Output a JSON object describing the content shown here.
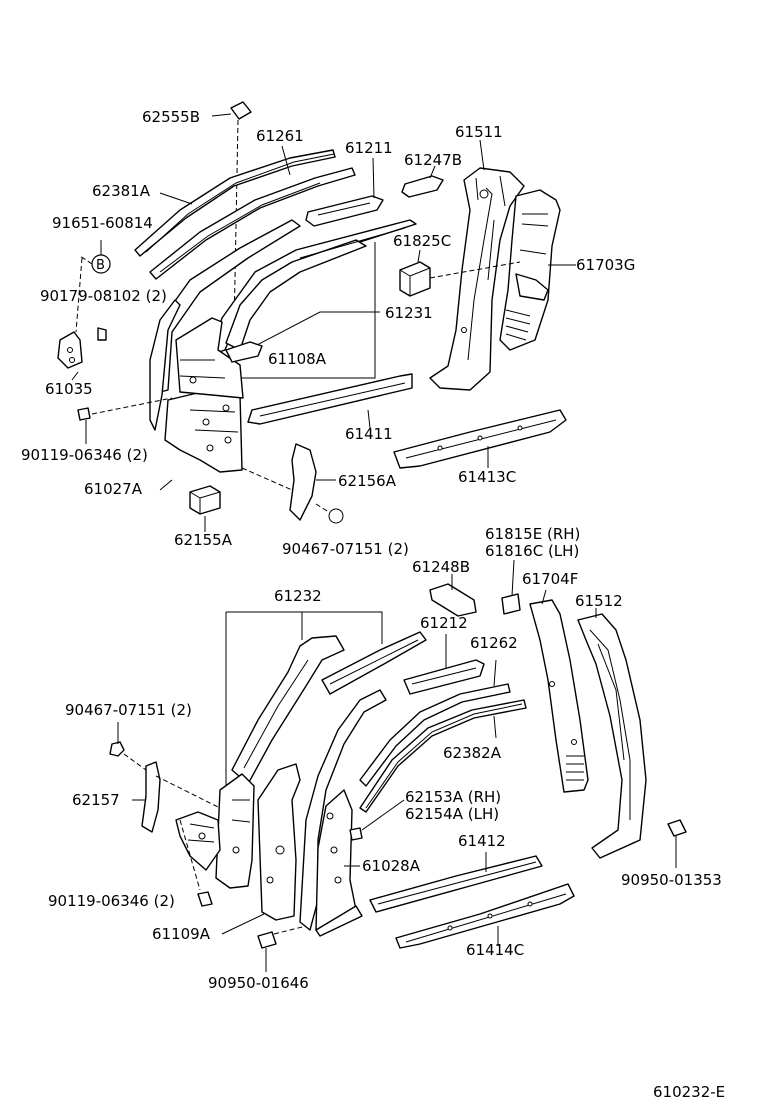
{
  "labels": {
    "p62555B": "62555B",
    "p61261": "61261",
    "p61211": "61211",
    "p61511": "61511",
    "p61247B": "61247B",
    "p62381A": "62381A",
    "p91651": "91651-60814",
    "pB": "B",
    "p61825C": "61825C",
    "p61703G": "61703G",
    "p90179": "90179-08102 (2)",
    "p61231": "61231",
    "p61035": "61035",
    "p61108A": "61108A",
    "p61411": "61411",
    "p90119a": "90119-06346 (2)",
    "p61413C": "61413C",
    "p61027A": "61027A",
    "p62156A": "62156A",
    "p62155A": "62155A",
    "p90467a": "90467-07151 (2)",
    "p61815E": "61815E (RH)",
    "p61816C": "61816C (LH)",
    "p61248B": "61248B",
    "p61704F": "61704F",
    "p61232": "61232",
    "p61512": "61512",
    "p61212": "61212",
    "p61262": "61262",
    "p90467b": "90467-07151 (2)",
    "p62382A": "62382A",
    "p62157": "62157",
    "p62153A": "62153A (RH)",
    "p62154A": "62154A (LH)",
    "p61412": "61412",
    "p61028A": "61028A",
    "p90950a": "90950-01353",
    "p90119b": "90119-06346 (2)",
    "p61109A": "61109A",
    "p61414C": "61414C",
    "p90950b": "90950-01646",
    "figure_code": "610232-E"
  }
}
